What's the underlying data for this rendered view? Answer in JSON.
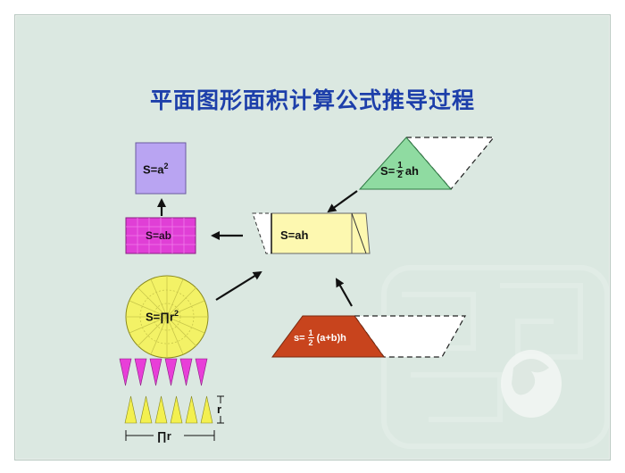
{
  "title": "平面图形面积计算公式推导过程",
  "formulas": {
    "square": {
      "base": "S=a",
      "exp": "2"
    },
    "rectangle": "S=ab",
    "parallelogram": "S=ah",
    "triangle": {
      "prefix": "S=",
      "num": "1",
      "den": "2",
      "suffix": "ah"
    },
    "trapezoid": {
      "prefix": "s=",
      "num": "1",
      "den": "2",
      "suffix": "(a+b)h"
    },
    "circle": {
      "base": "S=∏r",
      "exp": "2"
    }
  },
  "circle_labels": {
    "width": "∏r",
    "height": "r"
  },
  "colors": {
    "title": "#1d3faa",
    "square": "#b9a4f2",
    "rectangle": "#e03fd6",
    "parallelogram": "#fdf8b0",
    "triangle": "#8fdba1",
    "trapezoid": "#c8441d",
    "circle": "#f3f266",
    "sector_down": "#e83fd8",
    "sector_up": "#f3f050"
  }
}
